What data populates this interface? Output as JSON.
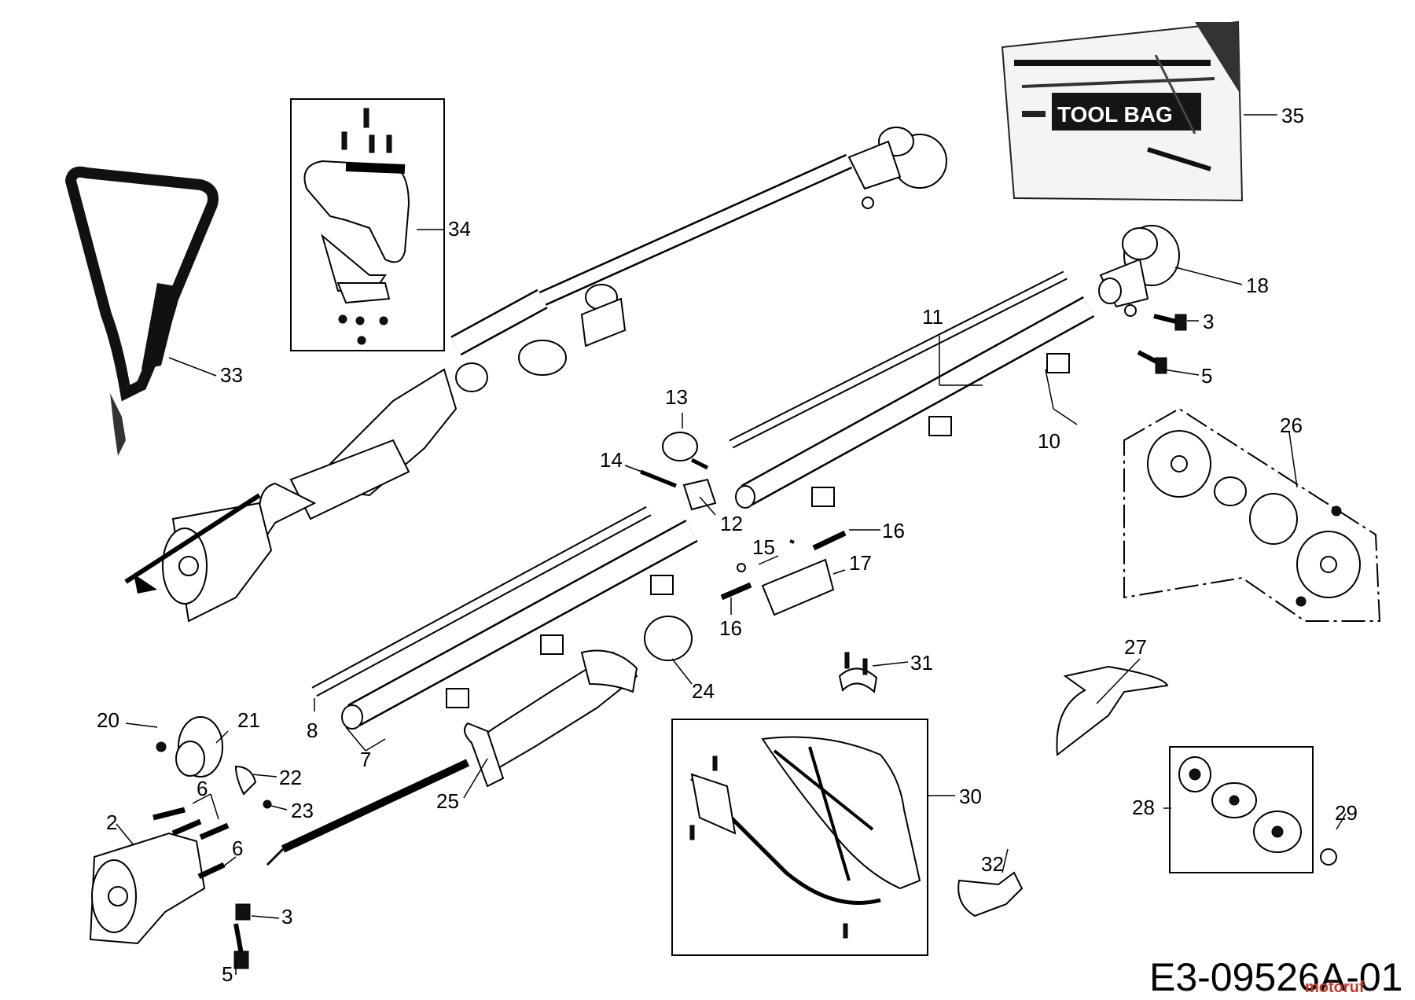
{
  "diagram": {
    "drawing_code": "E3-09526A-01",
    "watermark": "motoruf",
    "tool_bag_text": "TOOL BAG",
    "callouts": [
      {
        "id": "c35",
        "label": "35",
        "part": "tool-bag"
      },
      {
        "id": "c34",
        "label": "34",
        "part": "handle-kit"
      },
      {
        "id": "c33",
        "label": "33",
        "part": "shoulder-strap"
      },
      {
        "id": "c18",
        "label": "18",
        "part": "gear-head"
      },
      {
        "id": "c3a",
        "label": "3",
        "part": "screw"
      },
      {
        "id": "c5a",
        "label": "5",
        "part": "screw"
      },
      {
        "id": "c11",
        "label": "11",
        "part": "drive-shaft"
      },
      {
        "id": "c10",
        "label": "10",
        "part": "upper-tube"
      },
      {
        "id": "c13",
        "label": "13",
        "part": "knob"
      },
      {
        "id": "c14",
        "label": "14",
        "part": "pin"
      },
      {
        "id": "c12",
        "label": "12",
        "part": "coupler"
      },
      {
        "id": "c26",
        "label": "26",
        "part": "trimmer-head-kit"
      },
      {
        "id": "c15",
        "label": "15",
        "part": "clip"
      },
      {
        "id": "c16a",
        "label": "16",
        "part": "pin"
      },
      {
        "id": "c17",
        "label": "17",
        "part": "coupler-housing"
      },
      {
        "id": "c16b",
        "label": "16",
        "part": "pin"
      },
      {
        "id": "c31",
        "label": "31",
        "part": "clamp"
      },
      {
        "id": "c27",
        "label": "27",
        "part": "blade"
      },
      {
        "id": "c24",
        "label": "24",
        "part": "sleeve"
      },
      {
        "id": "c8",
        "label": "8",
        "part": "lower-drive-shaft"
      },
      {
        "id": "c7",
        "label": "7",
        "part": "lower-tube"
      },
      {
        "id": "c20",
        "label": "20",
        "part": "nut"
      },
      {
        "id": "c21",
        "label": "21",
        "part": "bracket"
      },
      {
        "id": "c22",
        "label": "22",
        "part": "clamp"
      },
      {
        "id": "c23",
        "label": "23",
        "part": "screw"
      },
      {
        "id": "c25",
        "label": "25",
        "part": "throttle-handle"
      },
      {
        "id": "c30",
        "label": "30",
        "part": "guard-kit"
      },
      {
        "id": "c28",
        "label": "28",
        "part": "blade-mount-kit"
      },
      {
        "id": "c29",
        "label": "29",
        "part": "nut"
      },
      {
        "id": "c32",
        "label": "32",
        "part": "guard-bracket"
      },
      {
        "id": "c2",
        "label": "2",
        "part": "engine-housing"
      },
      {
        "id": "c6a",
        "label": "6",
        "part": "screws"
      },
      {
        "id": "c6b",
        "label": "6",
        "part": "screw"
      },
      {
        "id": "c3b",
        "label": "3",
        "part": "screw"
      },
      {
        "id": "c5b",
        "label": "5",
        "part": "screw"
      }
    ]
  }
}
